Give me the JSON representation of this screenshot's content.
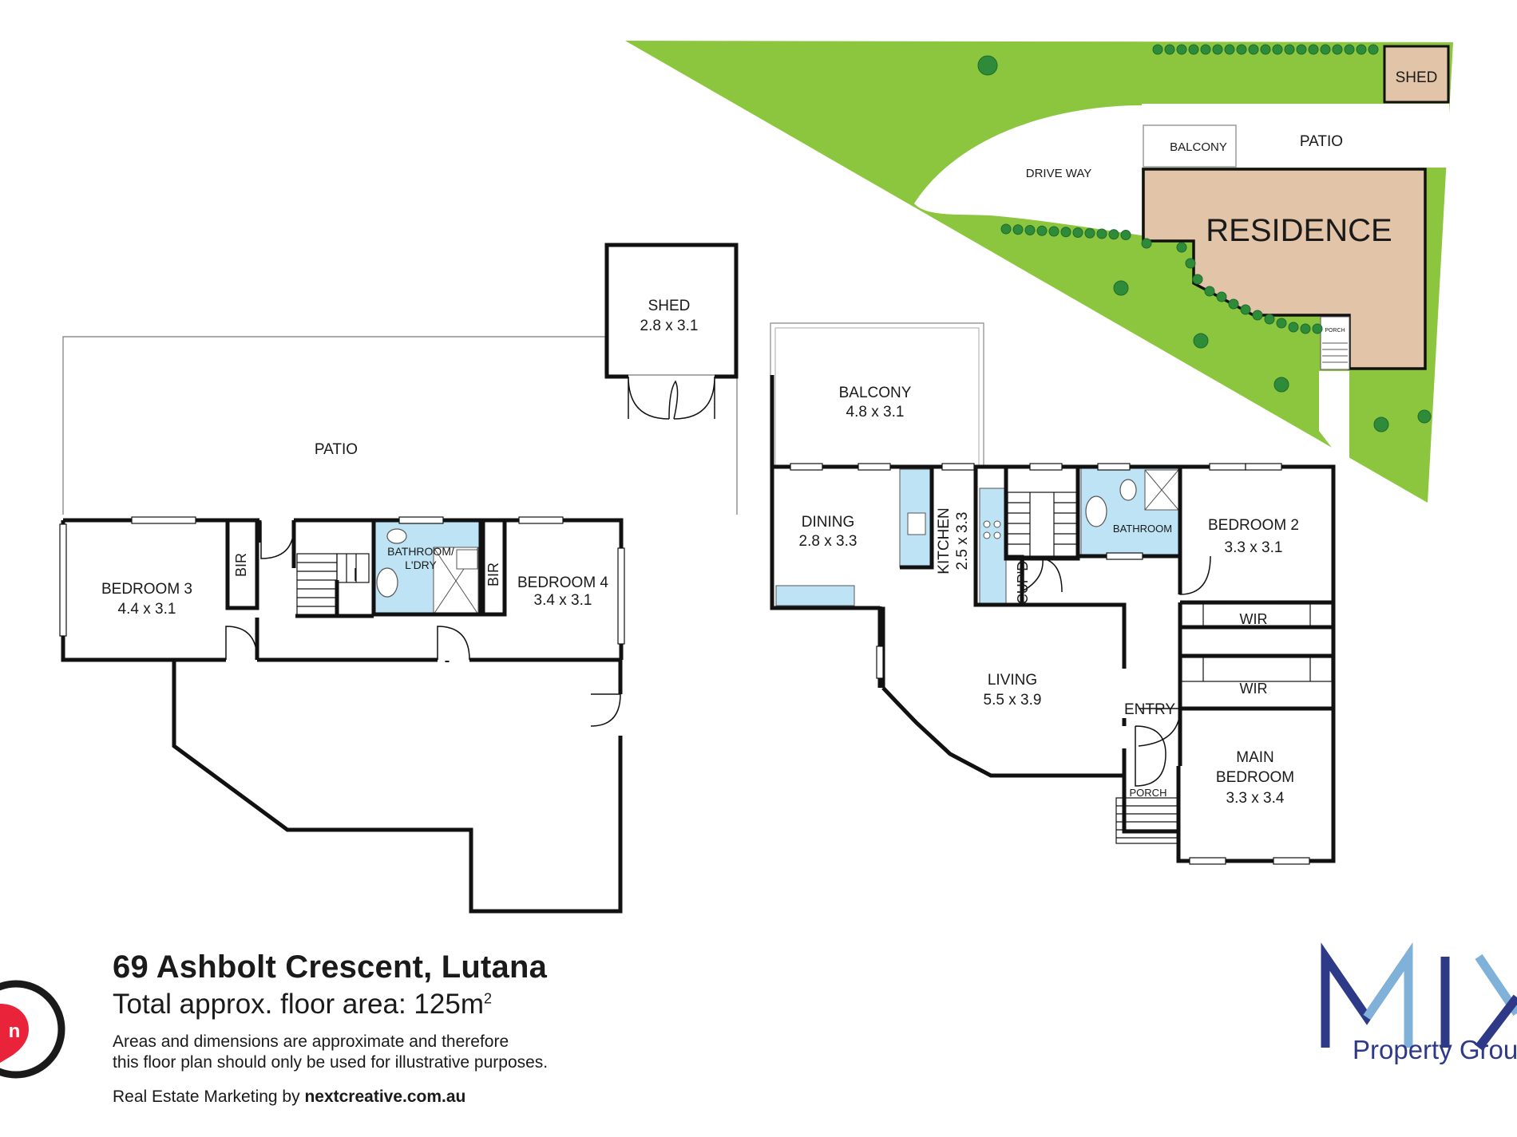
{
  "site_plan": {
    "shed": "SHED",
    "balcony": "BALCONY",
    "patio": "PATIO",
    "driveway": "DRIVE WAY",
    "residence": "RESIDENCE",
    "porch": "PORCH"
  },
  "lower_floor": {
    "shed_name": "SHED",
    "shed_dim": "2.8 x 3.1",
    "patio": "PATIO",
    "bedroom3_name": "BEDROOM 3",
    "bedroom3_dim": "4.4 x 3.1",
    "bir1": "BIR",
    "bathroom_line1": "BATHROOM/",
    "bathroom_line2": "L'DRY",
    "bir2": "BIR",
    "bedroom4_name": "BEDROOM 4",
    "bedroom4_dim": "3.4 x 3.1"
  },
  "upper_floor": {
    "balcony_name": "BALCONY",
    "balcony_dim": "4.8 x 3.1",
    "dining_name": "DINING",
    "dining_dim": "2.8 x 3.3",
    "kitchen_name": "KITCHEN",
    "kitchen_dim": "2.5 x 3.3",
    "bathroom": "BATHROOM",
    "bedroom2_name": "BEDROOM 2",
    "bedroom2_dim": "3.3 x 3.1",
    "cupd": "CUP'D",
    "wir1": "WIR",
    "wir2": "WIR",
    "living_name": "LIVING",
    "living_dim": "5.5 x 3.9",
    "entry": "ENTRY",
    "main_bed_line1": "MAIN",
    "main_bed_line2": "BEDROOM",
    "main_bed_dim": "3.3 x 3.4",
    "porch": "PORCH"
  },
  "footer": {
    "address": "69 Ashbolt Crescent, Lutana",
    "area_text": "Total approx. floor area: 125m",
    "area_sup": "2",
    "disclaimer_1": "Areas and dimensions are approximate and therefore",
    "disclaimer_2": "this floor plan should only be used for illustrative purposes.",
    "credit_prefix": "Real Estate Marketing by ",
    "credit_site": "nextcreative.com.au"
  },
  "branding": {
    "mix_logo": "MIX",
    "company": "Property Group",
    "badge_icon": "next-creative-logo-icon"
  },
  "colors": {
    "lawn": "#8cc63f",
    "residence": "#e2c4a8",
    "wet_area": "#bde3f5",
    "wall": "#111111",
    "brand_blue": "#2e3a87",
    "logo_red": "#e8233a"
  }
}
